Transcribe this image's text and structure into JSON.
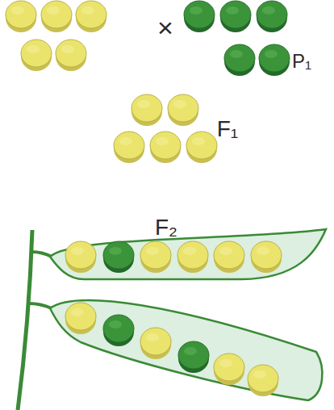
{
  "diagram": {
    "labels": [
      "×",
      "P₁",
      "F₁",
      "F₂"
    ]
  }
}
